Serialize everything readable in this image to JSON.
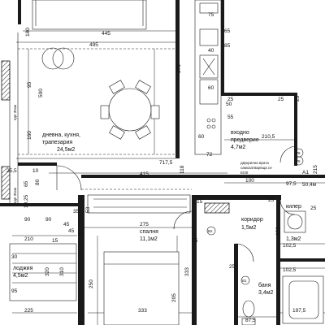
{
  "rooms": {
    "living": {
      "name": "дневна, кухня, трапезария",
      "line1": "дневна, кухня,",
      "line2": "трапезария",
      "area": "24,5м2"
    },
    "entry": {
      "name": "входно предверие",
      "line1": "входно",
      "line2": "предверие",
      "area": "4,7м2"
    },
    "bedroom": {
      "name": "спалня",
      "area": "11,1м2"
    },
    "corridor": {
      "name": "коридор",
      "area": "1,5м2"
    },
    "laundry": {
      "name": "килер",
      "area": "1,3м2"
    },
    "bath": {
      "name": "баня",
      "area": "3,4м2"
    },
    "loggia": {
      "name": "лоджия",
      "area": "4,5м2"
    }
  },
  "notes": {
    "sill": "пдп 35см",
    "sill2": "пдп 35см",
    "door_note_1": "двукрилна врата",
    "door_note_2": "самозатваряща се",
    "door_note_3": "EI30"
  },
  "markers": {
    "apartment": "A1",
    "area_label": "50,4м",
    "p8": "Р8",
    "p5": "Р5",
    "b1": "В1",
    "b2": "В2",
    "v1": "В1"
  },
  "dims": {
    "d445": "445",
    "d495": "495",
    "d180": "180",
    "d370": "370",
    "d500": "500",
    "d95": "95",
    "d160": "160",
    "d7175": "717,5",
    "d415": "415",
    "d118": "118",
    "d60": "60",
    "d72": "72",
    "d2105": "210,5",
    "d25a": "25",
    "d25b": "25",
    "d25c": "25",
    "d25d": "25",
    "d25e": "25",
    "d100": "100",
    "d975": "97,5",
    "d215": "215",
    "d275": "275",
    "d333a": "333",
    "d333b": "333",
    "d205": "205",
    "d250": "250",
    "d1025": "102,5",
    "d1025b": "102,5",
    "d136": "136",
    "d90a": "90",
    "d90b": "90",
    "d45a": "45",
    "d45b": "45",
    "d210": "210",
    "d320": "320",
    "d310": "310",
    "d225": "225",
    "d875": "87,5",
    "d1975": "197,5",
    "d65": "65",
    "d255": "25,5",
    "d1925": "19,25",
    "d80": "80",
    "d10": "10",
    "d35": "35",
    "d15": "15",
    "d30": "30",
    "d95b": "95",
    "d45c": "45",
    "d75": "75",
    "d40": "40",
    "d60b": "60",
    "d65b": "65",
    "d85": "85",
    "d50": "50",
    "d55": "55",
    "d53": "53",
    "d15b": "15",
    "d25f": "25",
    "d25g": "25"
  }
}
